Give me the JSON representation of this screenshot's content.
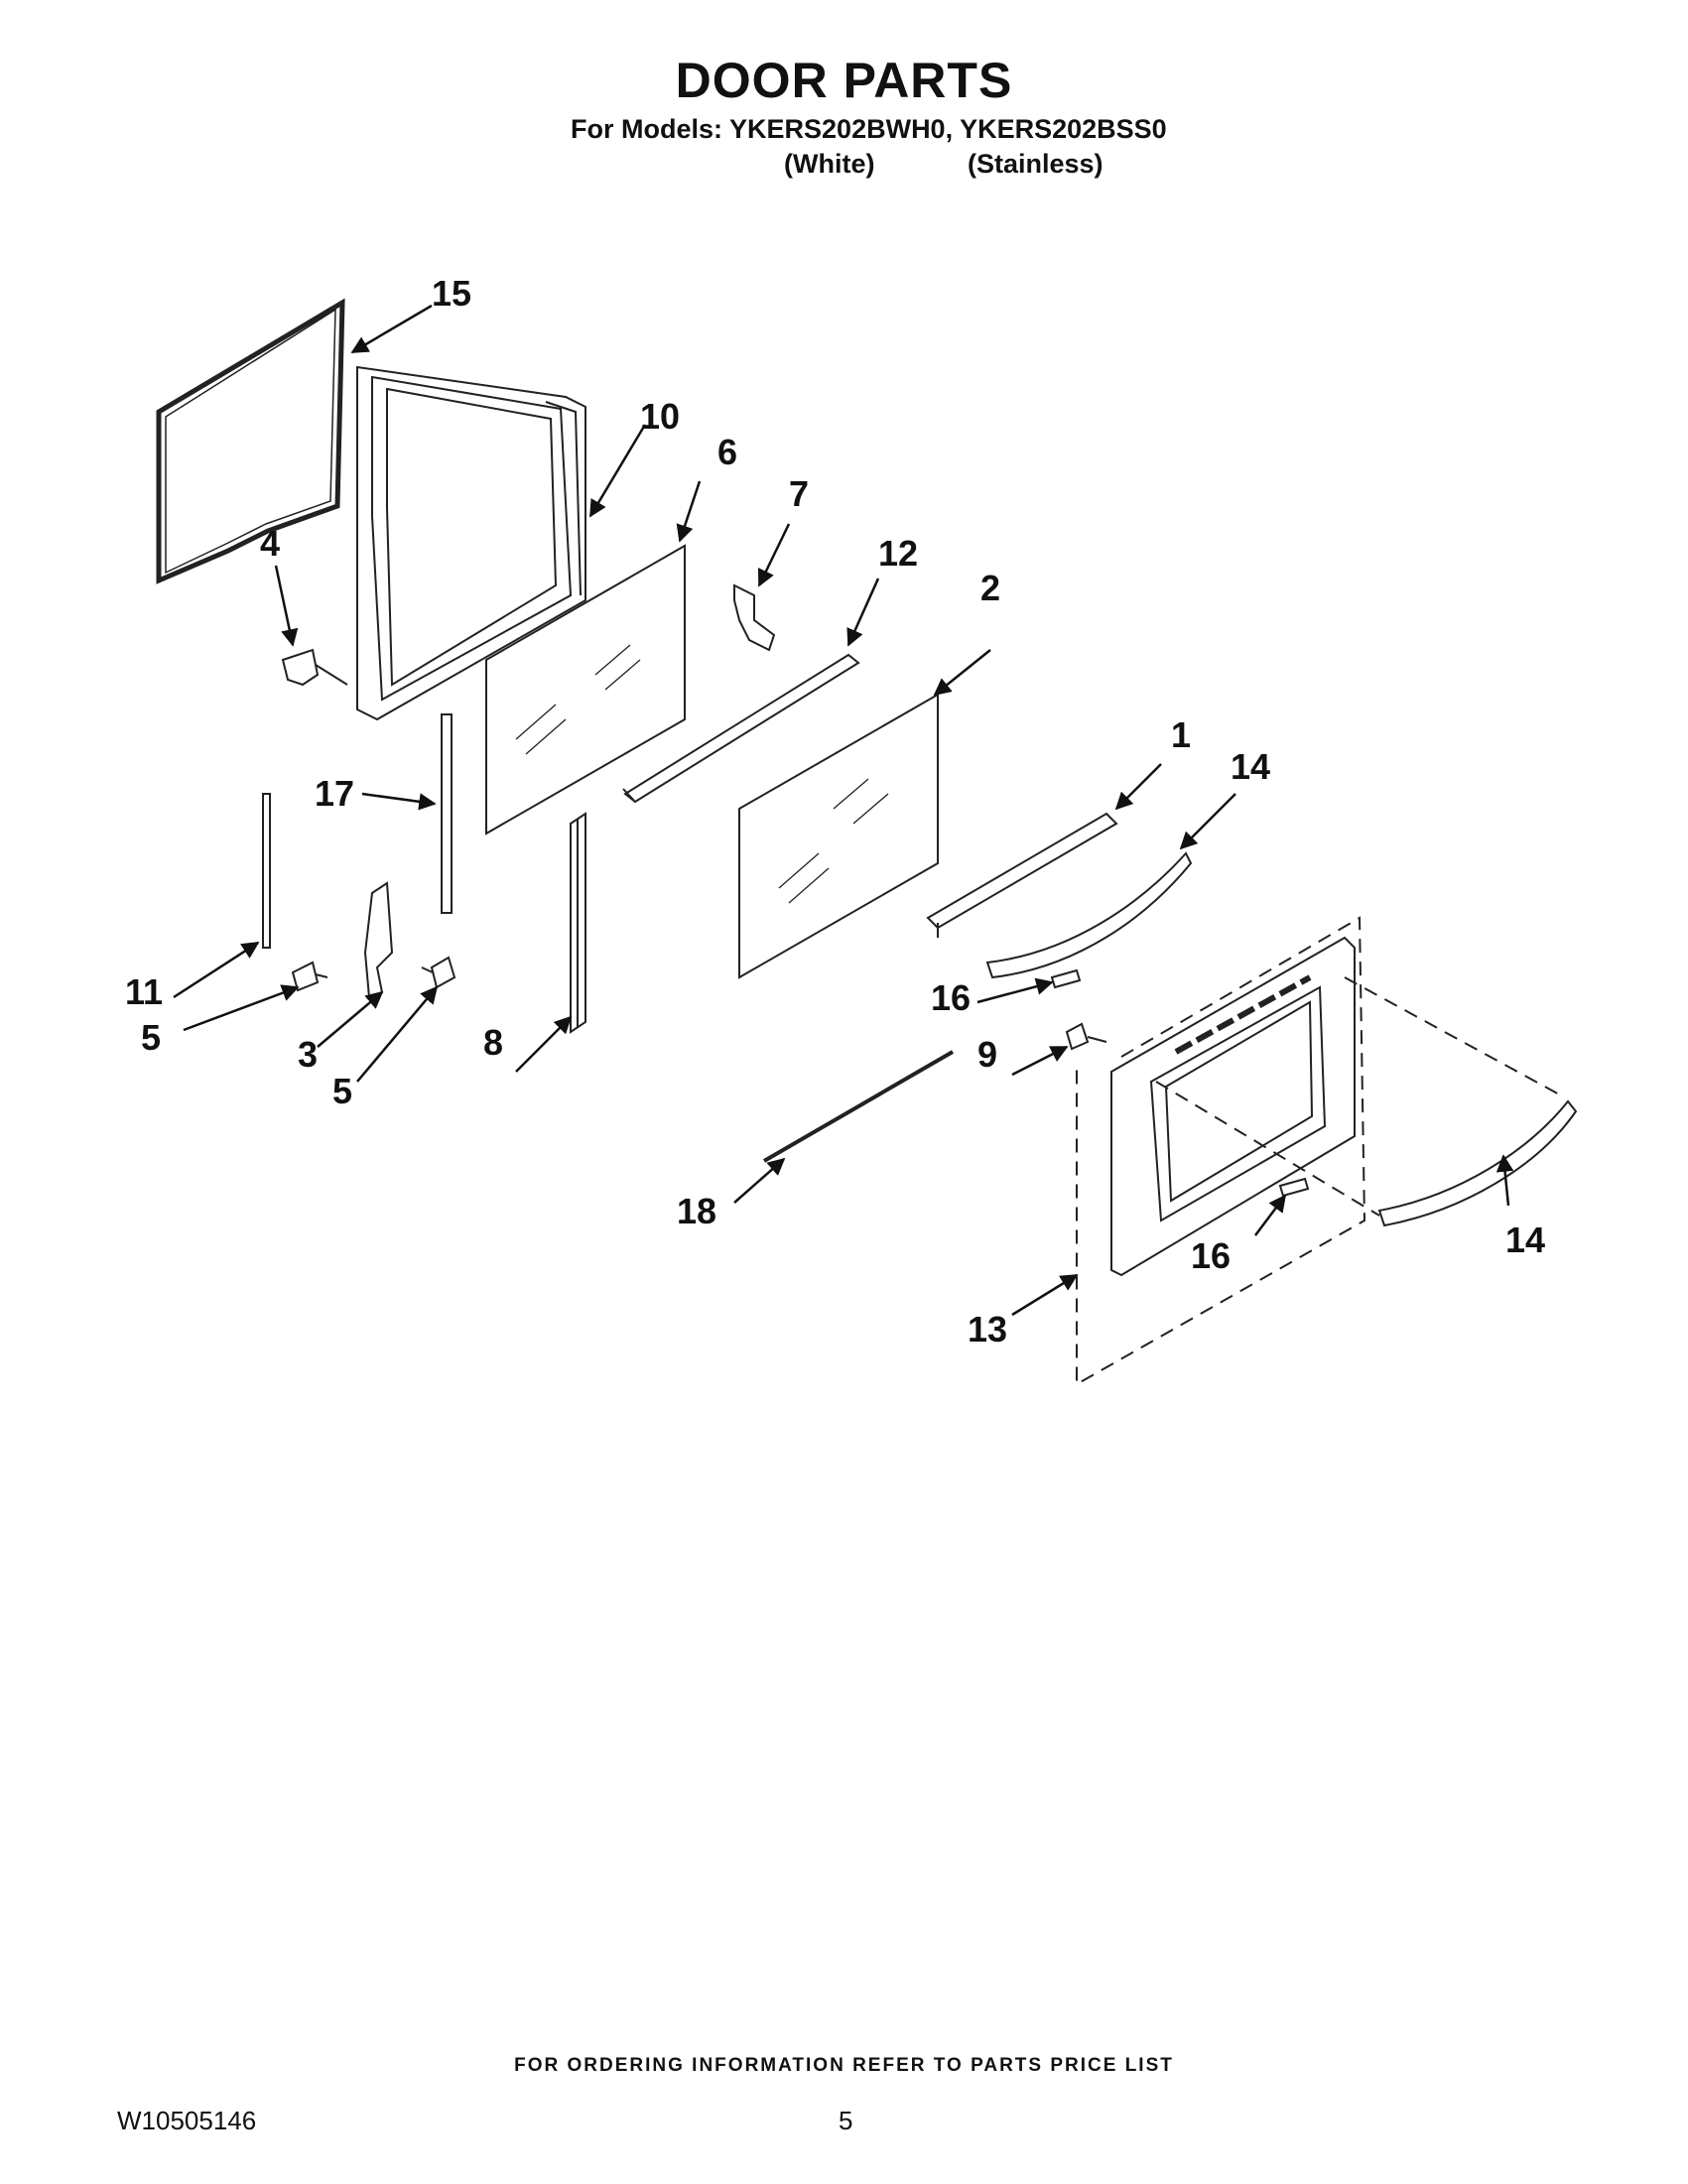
{
  "header": {
    "title": "DOOR PARTS",
    "models_line": "For Models: YKERS202BWH0, YKERS202BSS0",
    "variant_white": "(White)",
    "variant_stainless": "(Stainless)"
  },
  "callouts": {
    "c1": "1",
    "c2": "2",
    "c3": "3",
    "c4": "4",
    "c5a": "5",
    "c5b": "5",
    "c6": "6",
    "c7": "7",
    "c8": "8",
    "c9": "9",
    "c10": "10",
    "c11": "11",
    "c12": "12",
    "c13": "13",
    "c14a": "14",
    "c14b": "14",
    "c15": "15",
    "c16a": "16",
    "c16b": "16",
    "c17": "17",
    "c18": "18"
  },
  "footer": {
    "ordering_note": "FOR ORDERING INFORMATION REFER TO PARTS PRICE LIST",
    "doc_number": "W10505146",
    "page_number": "5"
  }
}
